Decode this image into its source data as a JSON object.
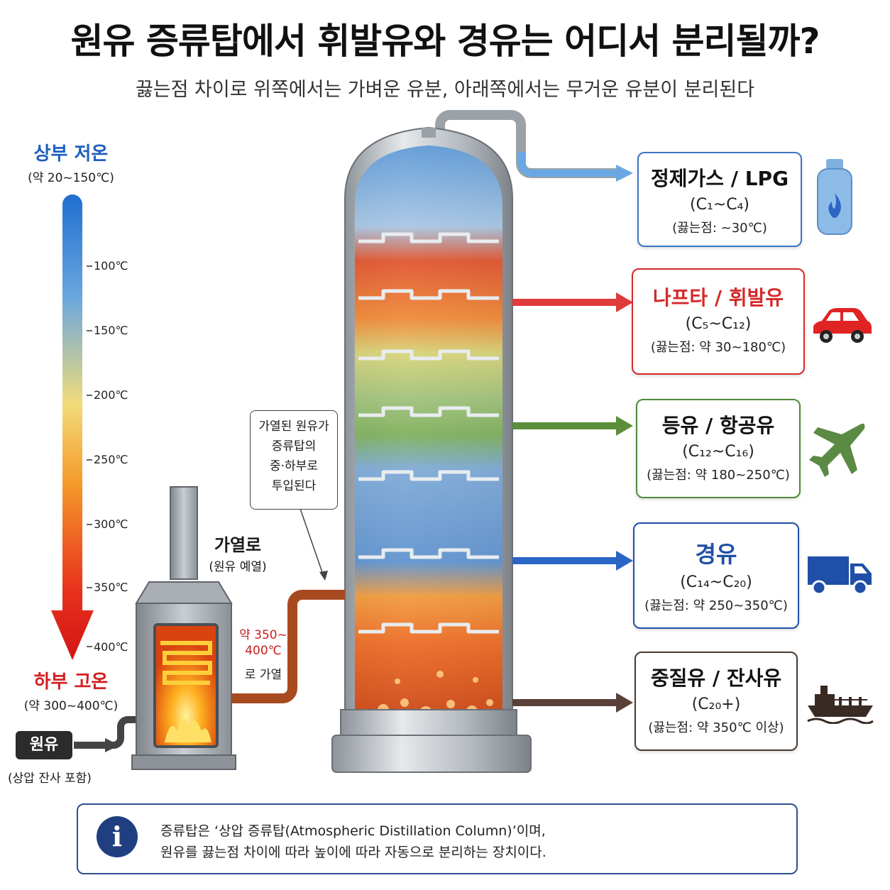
{
  "header": {
    "title": "원유 증류탑에서 휘발유와 경유는 어디서 분리될까?",
    "subtitle": "끓는점 차이로 위쪽에서는 가벼운 유분, 아래쪽에서는 무거운 유분이 분리된다"
  },
  "scale": {
    "top_label": "상부 저온",
    "top_sub": "(약 20~150℃)",
    "bottom_label": "하부 고온",
    "bottom_sub": "(약 300~400℃)",
    "ticks": [
      "100℃",
      "150℃",
      "200℃",
      "250℃",
      "300℃",
      "350℃",
      "400℃"
    ]
  },
  "products": [
    {
      "name": "정제가스 / LPG",
      "formula": "(C₁~C₄)",
      "bp": "(끓는점: ~30℃)",
      "color": "#3a76c4",
      "icon": "gas-cylinder-icon"
    },
    {
      "name": "나프타 / 휘발유",
      "formula": "(C₅~C₁₂)",
      "bp": "(끓는점: 약 30~180℃)",
      "color": "#d42a2a",
      "icon": "car-icon"
    },
    {
      "name": "등유 / 항공유",
      "formula": "(C₁₂~C₁₆)",
      "bp": "(끓는점: 약 180~250℃)",
      "color": "#4f8a3a",
      "icon": "airplane-icon"
    },
    {
      "name": "경유",
      "formula": "(C₁₄~C₂₀)",
      "bp": "(끓는점: 약 250~350℃)",
      "color": "#1f4fa6",
      "icon": "truck-icon"
    },
    {
      "name": "중질유 / 잔사유",
      "formula": "(C₂₀+)",
      "bp": "(끓는점: 약 350℃ 이상)",
      "color": "#4a3a34",
      "icon": "ship-icon"
    }
  ],
  "callout": {
    "lines": [
      "가열된 원유가",
      "증류탑의",
      "중·하부로",
      "투입된다"
    ]
  },
  "furnace": {
    "label": "가열로",
    "sub": "(원유 예열)",
    "heat_line1": "약 350~",
    "heat_line2": "400℃",
    "heat_line3": "로 가열"
  },
  "feed": {
    "label": "원유",
    "sub": "(상압 잔사 포함)"
  },
  "info": {
    "line1": "증류탑은 ‘상압 증류탑(Atmospheric Distillation Column)’이며,",
    "line2": "원유를 끓는점 차이에 따라 높이에 따라 자동으로 분리하는 장치이다."
  },
  "colors": {
    "cool": "#1f6fd0",
    "hot": "#e01e1e",
    "column_steel": "#b9bec4"
  }
}
